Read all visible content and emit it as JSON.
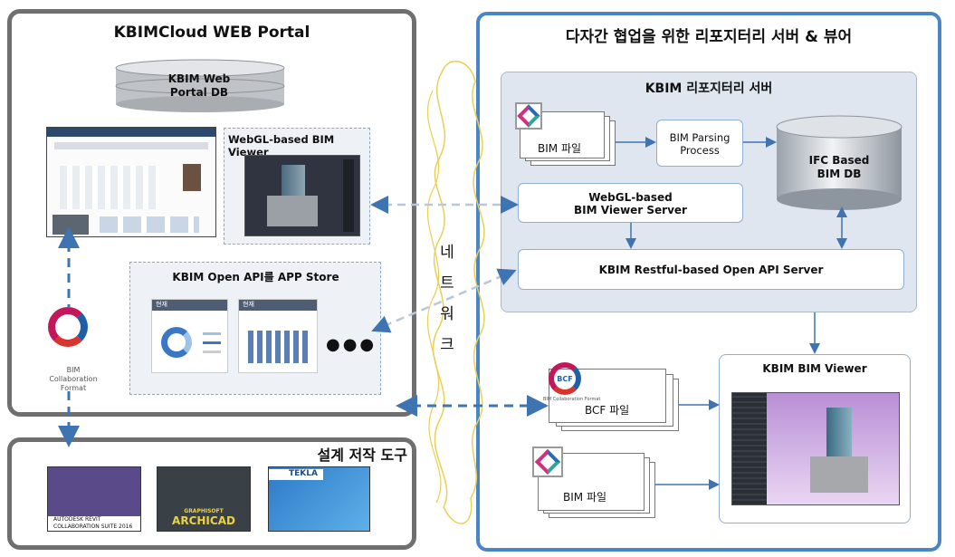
{
  "left_panel": {
    "title": "KBIMCloud WEB Portal"
  },
  "portal_db": {
    "line1": "KBIM Web",
    "line2": "Portal DB"
  },
  "viewer_box": {
    "title": "WebGL-based  BIM Viewer"
  },
  "api_box": {
    "title": "KBIM Open API를 APP Store",
    "dots": "●●●",
    "card1_head": "현재",
    "card2_head": "현재"
  },
  "bcf_logo": {
    "line1": "BIM",
    "line2": "Collaboration",
    "line3": "Format"
  },
  "tools_panel": {
    "title": "설계 저작 도구"
  },
  "tools": [
    {
      "line1": "AUTODESK REVIT",
      "line2": "COLLABORATION SUITE 2016"
    },
    {
      "line1": "GRAPHISOFT",
      "line2": "ARCHICAD"
    },
    {
      "line1": "TEKLA",
      "line2": ""
    }
  ],
  "network": {
    "chars": [
      "네",
      "트",
      "워",
      "크"
    ]
  },
  "right_panel": {
    "title": "다자간 협업을 위한 리포지터리 서버 & 뷰어"
  },
  "repo": {
    "title": "KBIM 리포지터리 서버",
    "bim_file": "BIM 파일",
    "parsing": {
      "line1": "BIM Parsing",
      "line2": "Process"
    },
    "ifc_db": {
      "line1": "IFC Based",
      "line2": "BIM DB"
    },
    "viewer_server": {
      "line1": "WebGL-based",
      "line2": "BIM Viewer Server"
    },
    "api_server": "KBIM Restful-based Open API  Server"
  },
  "bcf_file": {
    "label": "BCF 파일",
    "logo": "BCF",
    "caption": "BIM Collaboration Format"
  },
  "bim_file2": {
    "label": "BIM 파일"
  },
  "kbim_viewer": {
    "title": "KBIM BIM Viewer"
  }
}
